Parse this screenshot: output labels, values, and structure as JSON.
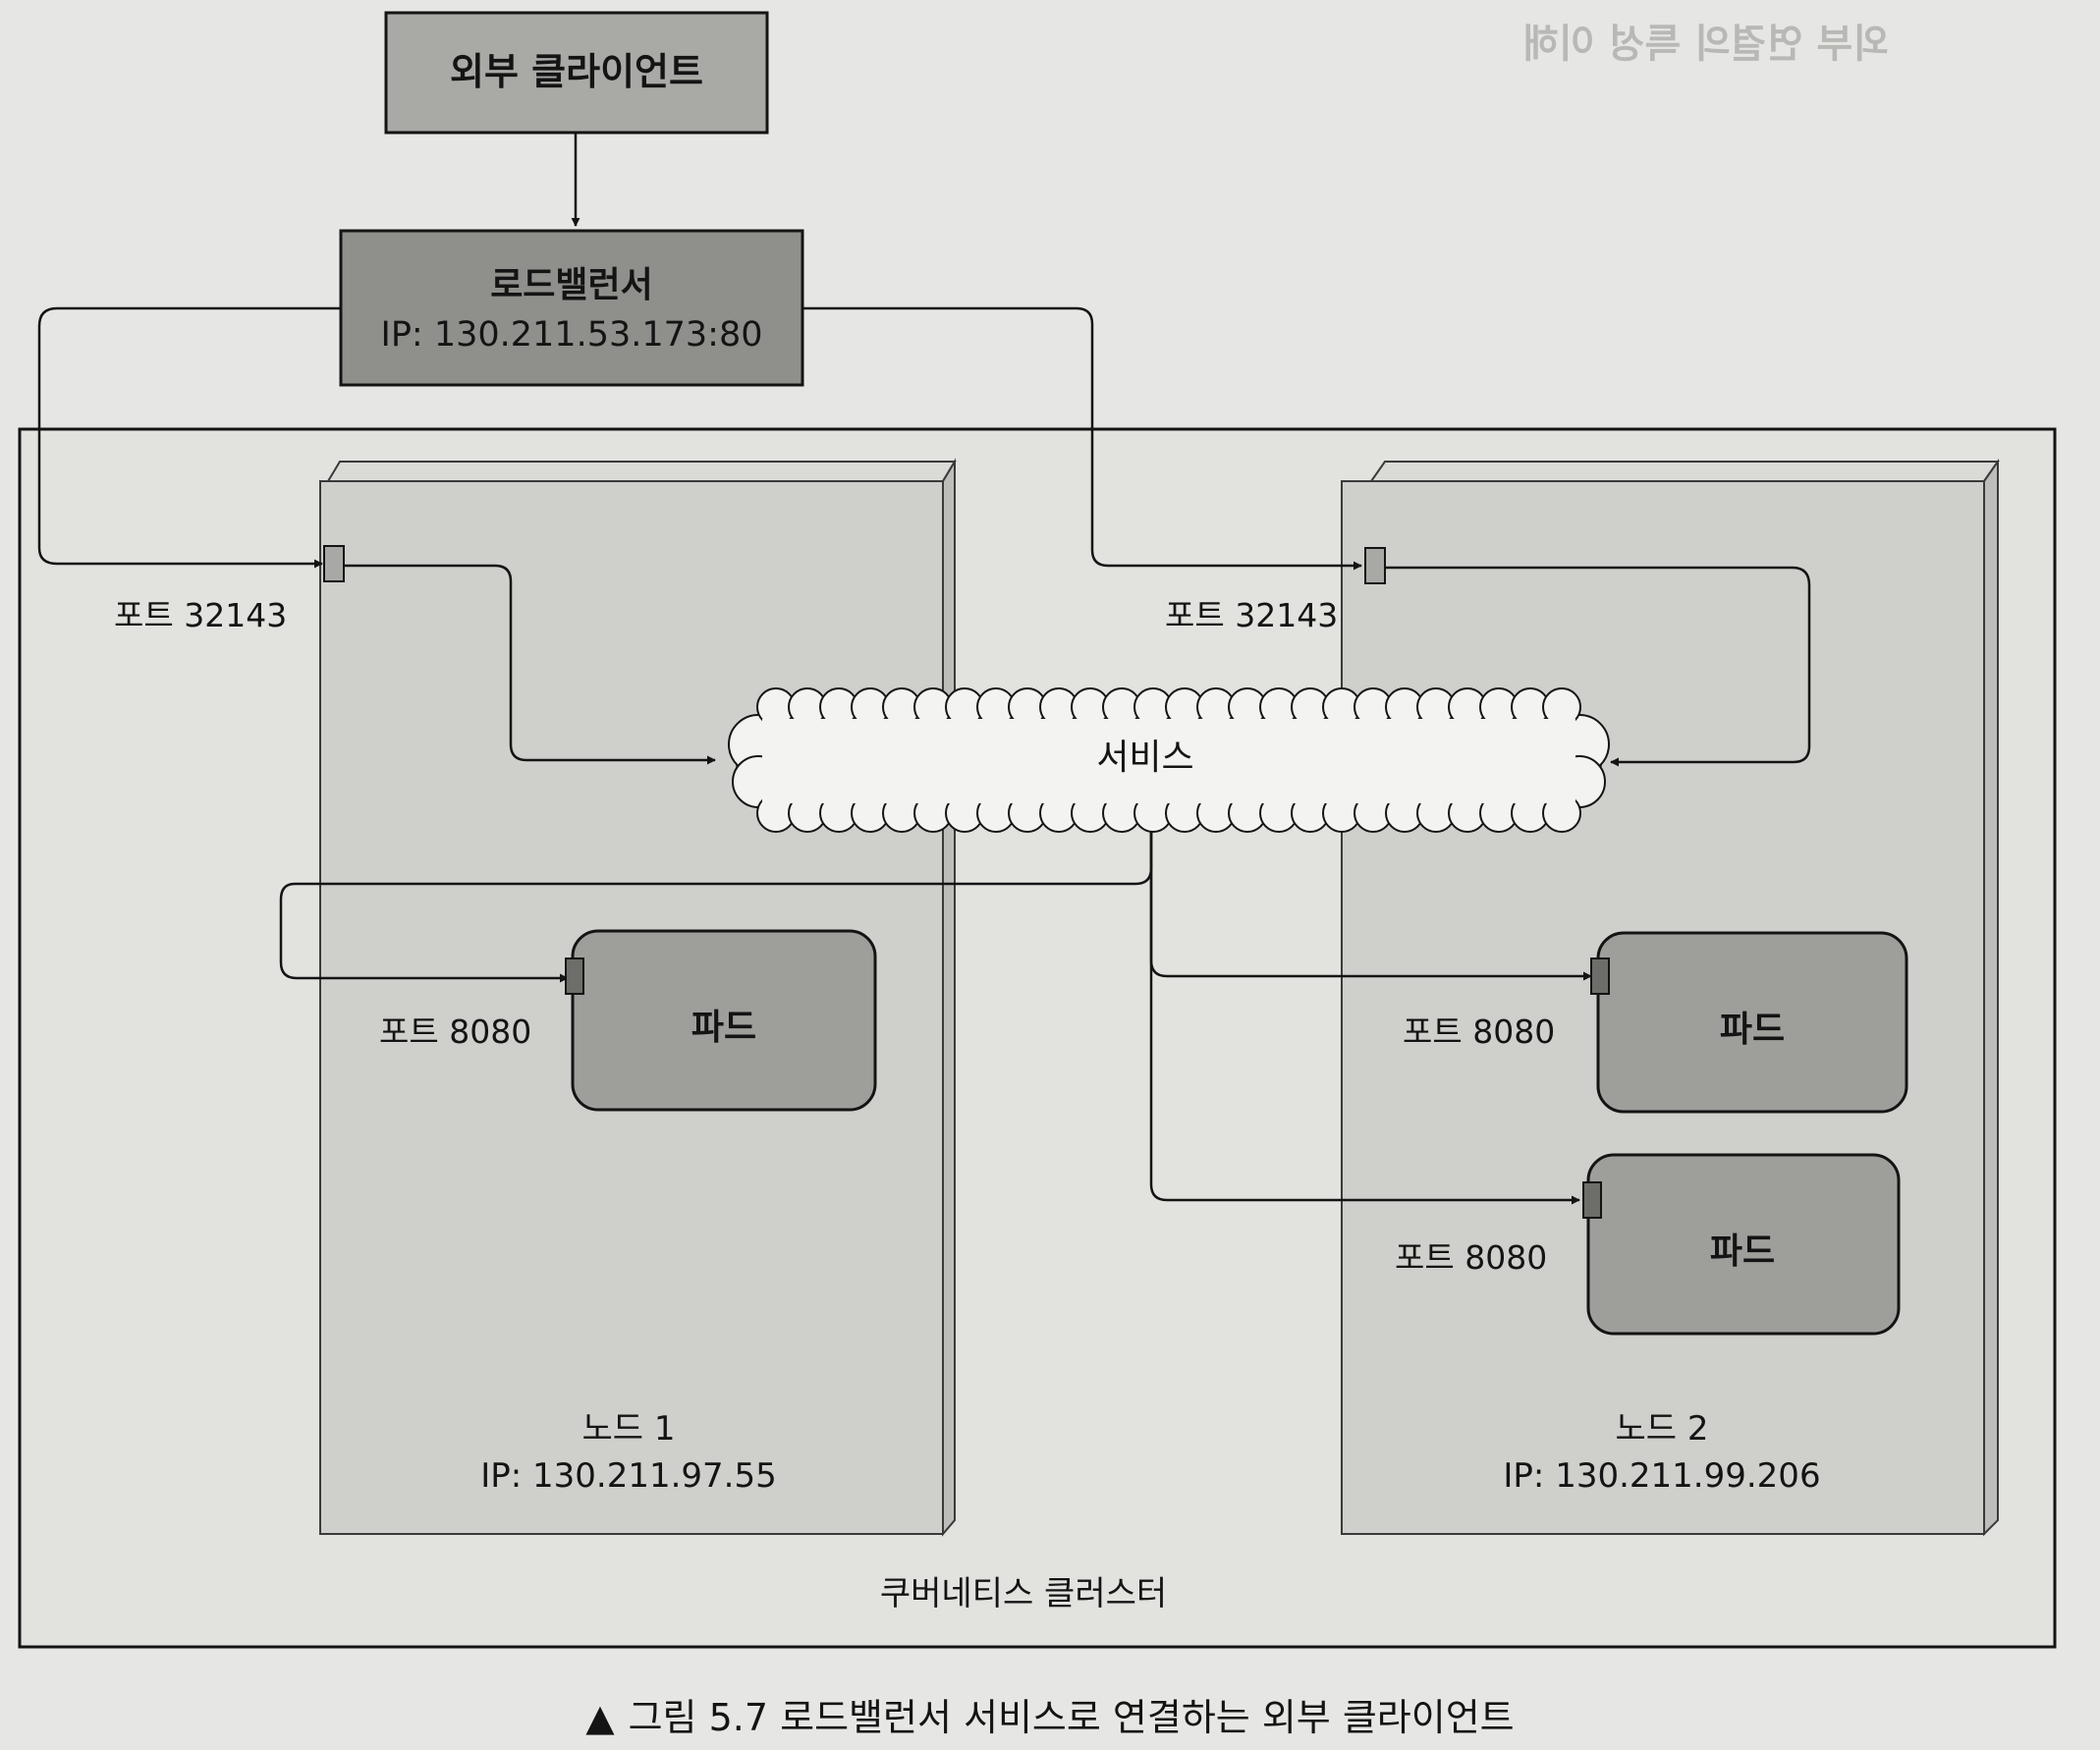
{
  "diagram": {
    "external_client": "외부 클라이언트",
    "load_balancer": {
      "title": "로드밸런서",
      "ip": "IP: 130.211.53.173:80"
    },
    "cluster_label": "쿠버네티스 클러스터",
    "service_label": "서비스",
    "node1": {
      "name": "노드 1",
      "ip": "IP: 130.211.97.55",
      "node_port_label": "포트 32143",
      "pods": [
        {
          "label": "파드",
          "port_label": "포트 8080"
        }
      ]
    },
    "node2": {
      "name": "노드 2",
      "ip": "IP: 130.211.99.206",
      "node_port_label": "포트 32143",
      "pods": [
        {
          "label": "파드",
          "port_label": "포트 8080"
        },
        {
          "label": "파드",
          "port_label": "포트 8080"
        }
      ]
    },
    "caption": {
      "marker": "▲",
      "text": "그림 5.7 로드밸런서 서비스로 연결하는 외부 클라이언트"
    }
  },
  "colors": {
    "client_fill": "#a9a9a6",
    "load_balancer_fill": "#8f8f8c",
    "node_fill": "#cfcfcc",
    "pod_fill": "#9e9e9b",
    "port_fill": "#a8a8a5",
    "pod_port_fill": "#6d6d6a",
    "cloud_fill": "#f3f3f1",
    "line": "#141414"
  }
}
